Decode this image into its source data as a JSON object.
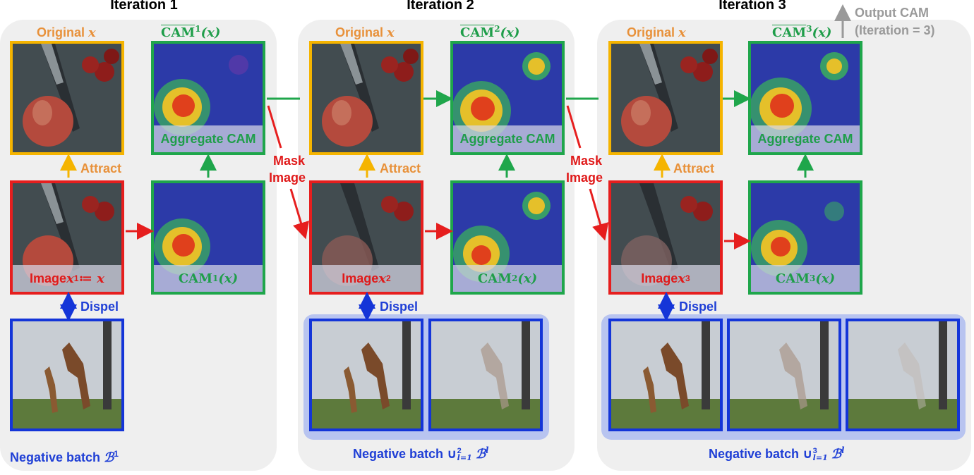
{
  "iterations": [
    {
      "title": "Iteration 1",
      "original_label_prefix": "Original ",
      "original_var": "x",
      "agg_cam_label": "CAM",
      "agg_cam_sup": "1",
      "agg_cam_arg": "(x)",
      "agg_band": "Aggregate CAM",
      "attract": "Attract",
      "image_band_prefix": "Image ",
      "image_var": "x",
      "image_sup": "1",
      "image_suffix": " ≔ x",
      "cam_band_label": "CAM",
      "cam_band_sup": "1",
      "cam_band_arg": "(x)",
      "dispel": "Dispel",
      "neg_label": "Negative batch ",
      "neg_symbol": "ℬ",
      "neg_sup": "1"
    },
    {
      "title": "Iteration 2",
      "original_label_prefix": "Original ",
      "original_var": "x",
      "agg_cam_label": "CAM",
      "agg_cam_sup": "2",
      "agg_cam_arg": "(x)",
      "agg_band": "Aggregate CAM",
      "attract": "Attract",
      "image_band_prefix": "Image ",
      "image_var": "x",
      "image_sup": "2",
      "cam_band_label": "CAM",
      "cam_band_sup": "2",
      "cam_band_arg": "(x)",
      "dispel": "Dispel",
      "mask_label_1": "Mask",
      "mask_label_2": "Image",
      "neg_label": "Negative batch ",
      "neg_union": "∪",
      "neg_union_sup": "2",
      "neg_union_sub": "l=1",
      "neg_symbol": "ℬ",
      "neg_sup": "l"
    },
    {
      "title": "Iteration 3",
      "original_label_prefix": "Original ",
      "original_var": "x",
      "agg_cam_label": "CAM",
      "agg_cam_sup": "3",
      "agg_cam_arg": "(x)",
      "agg_band": "Aggregate CAM",
      "attract": "Attract",
      "image_band_prefix": "Image ",
      "image_var": "x",
      "image_sup": "3",
      "cam_band_label": "CAM",
      "cam_band_sup": "3",
      "cam_band_arg": "(x)",
      "dispel": "Dispel",
      "mask_label_1": "Mask",
      "mask_label_2": "Image",
      "neg_label": "Negative batch ",
      "neg_union": "∪",
      "neg_union_sup": "3",
      "neg_union_sub": "l=1",
      "neg_symbol": "ℬ",
      "neg_sup": "l"
    }
  ],
  "output": {
    "line1": "Output CAM",
    "line2": "(Iteration = 3)"
  },
  "colors": {
    "orange_frame": "#f5b400",
    "green_frame": "#1fa64b",
    "red_frame": "#e61e1e",
    "blue_frame": "#1435d8",
    "arrow_orange": "#f5b400",
    "arrow_green": "#1fa64b",
    "arrow_red": "#e61e1e",
    "arrow_blue": "#1435d8",
    "arrow_gray": "#9a9a9a"
  },
  "images": {
    "photo": "apple-knife-tomatoes-photo",
    "negative": "giraffe-photo",
    "cam": "cam-heatmap-overlay"
  }
}
